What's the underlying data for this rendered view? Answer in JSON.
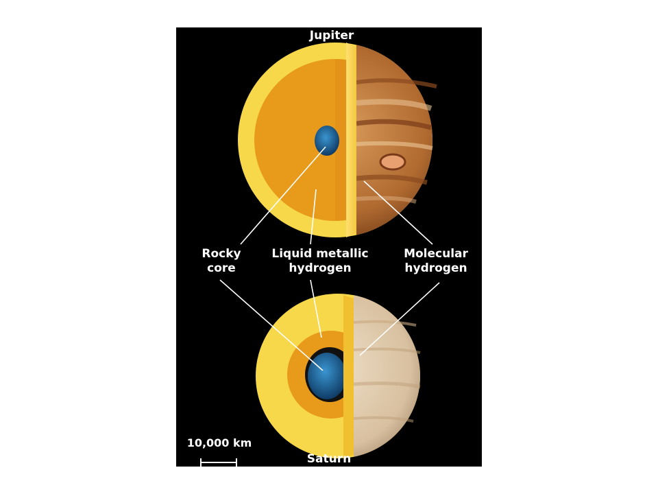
{
  "titles": {
    "top_planet": "Jupiter",
    "bottom_planet": "Saturn"
  },
  "labels": {
    "rocky_core": [
      "Rocky",
      "core"
    ],
    "liquid_metallic_hydrogen": [
      "Liquid metallic",
      "hydrogen"
    ],
    "molecular_hydrogen": [
      "Molecular",
      "hydrogen"
    ]
  },
  "scale": {
    "text": "10,000 km"
  },
  "colors": {
    "background": "#000000",
    "molecular_layer": "#f7d84a",
    "metallic_layer": "#e89a1a",
    "core": "#1f6fa8",
    "jupiter_surface": "#c07838",
    "saturn_surface": "#e2cdb0"
  }
}
